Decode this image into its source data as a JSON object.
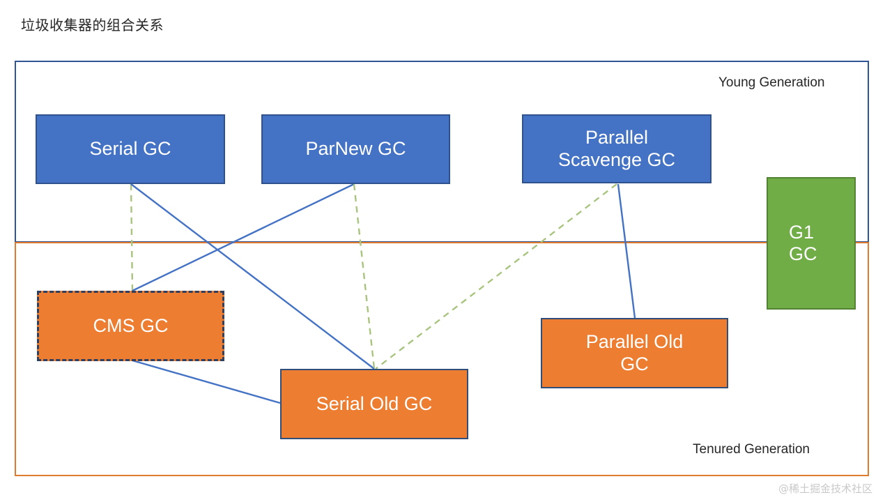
{
  "title": "垃圾收集器的组合关系",
  "regions": {
    "young": {
      "label": "Young Generation",
      "border_color": "#2F5597"
    },
    "tenured": {
      "label": "Tenured Generation",
      "border_color": "#E07B2E"
    }
  },
  "nodes": {
    "serial_gc": {
      "label": "Serial GC",
      "generation": "young",
      "fill": "#4472C4",
      "border": "#2F528F",
      "style": "solid"
    },
    "parnew_gc": {
      "label": "ParNew GC",
      "generation": "young",
      "fill": "#4472C4",
      "border": "#2F528F",
      "style": "solid"
    },
    "parallel_scavenge_gc": {
      "label": "Parallel Scavenge GC",
      "line1": "Parallel",
      "line2": "Scavenge GC",
      "generation": "young",
      "fill": "#4472C4",
      "border": "#2F528F",
      "style": "solid"
    },
    "g1_gc": {
      "label": "G1 GC",
      "line1": "G1",
      "line2": "GC",
      "generation": "both",
      "fill": "#70AD47",
      "border": "#548235",
      "style": "solid"
    },
    "cms_gc": {
      "label": "CMS GC",
      "generation": "tenured",
      "fill": "#ED7D31",
      "border": "#2F3F5F",
      "style": "dashed"
    },
    "parallel_old_gc": {
      "label": "Parallel Old GC",
      "line1": "Parallel Old",
      "line2": "GC",
      "generation": "tenured",
      "fill": "#ED7D31",
      "border": "#2F4E79",
      "style": "solid"
    },
    "serial_old_gc": {
      "label": "Serial Old GC",
      "generation": "tenured",
      "fill": "#ED7D31",
      "border": "#2F4E79",
      "style": "solid"
    }
  },
  "connections": [
    {
      "from": "serial_gc",
      "to": "cms_gc",
      "style": "dashed",
      "color": "#A9C47F"
    },
    {
      "from": "serial_gc",
      "to": "serial_old_gc",
      "style": "solid",
      "color": "#4472C4"
    },
    {
      "from": "parnew_gc",
      "to": "cms_gc",
      "style": "solid",
      "color": "#4472C4"
    },
    {
      "from": "parnew_gc",
      "to": "serial_old_gc",
      "style": "dashed",
      "color": "#A9C47F"
    },
    {
      "from": "parallel_scavenge_gc",
      "to": "serial_old_gc",
      "style": "dashed",
      "color": "#A9C47F"
    },
    {
      "from": "parallel_scavenge_gc",
      "to": "parallel_old_gc",
      "style": "solid",
      "color": "#4472C4"
    },
    {
      "from": "cms_gc",
      "to": "serial_old_gc",
      "style": "solid",
      "color": "#4472C4"
    }
  ],
  "watermark": "@稀土掘金技术社区"
}
